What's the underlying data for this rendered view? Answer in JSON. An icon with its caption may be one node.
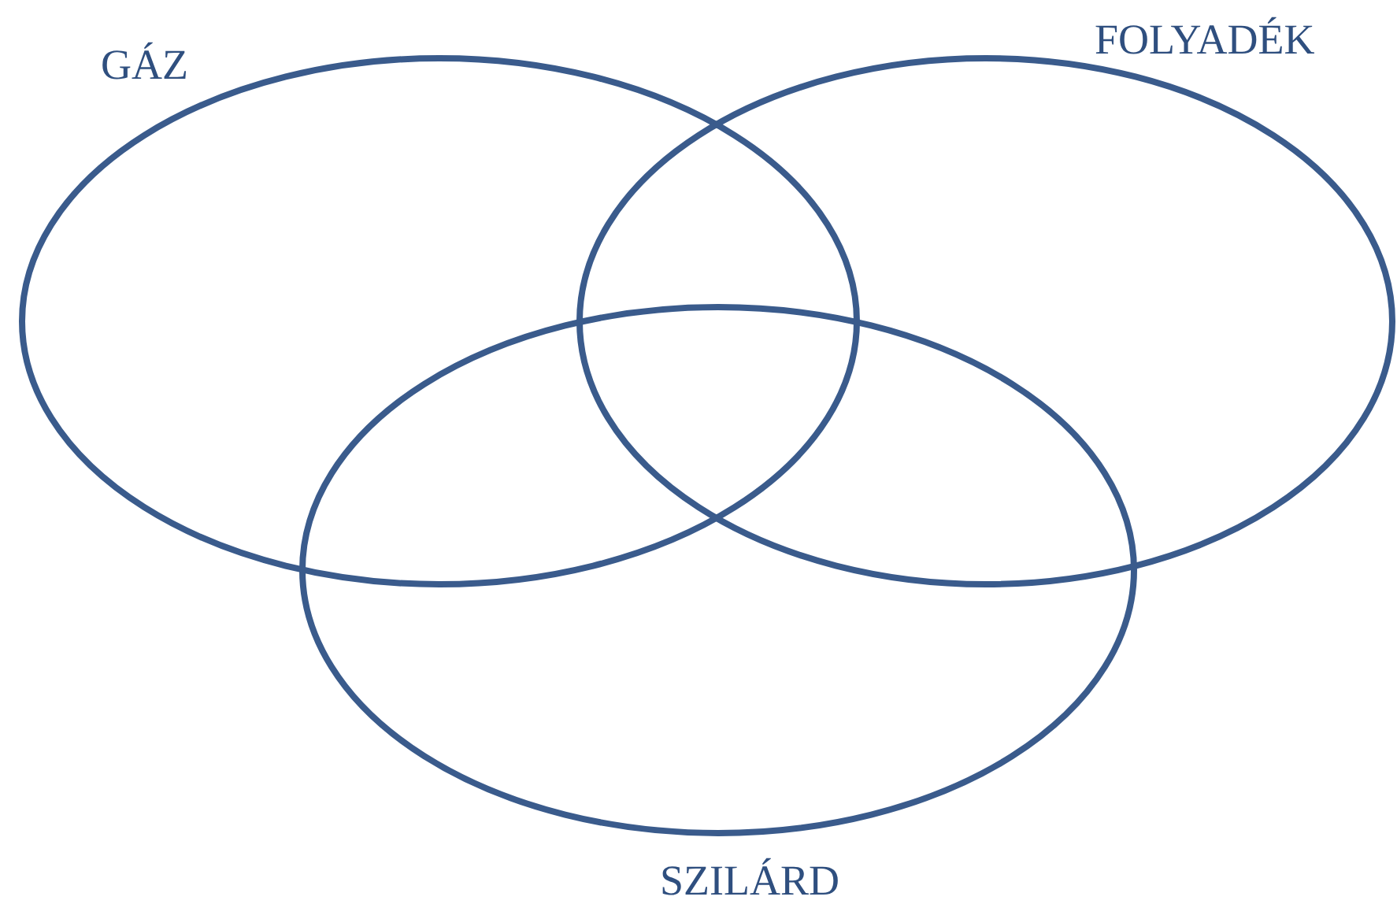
{
  "diagram": {
    "nodes": [
      {
        "text": [
          "GÁZ"
        ]
      },
      {
        "text": [
          "FOLYADÉK"
        ]
      },
      {
        "text": [
          "SZILÁRD"
        ]
      }
    ]
  }
}
